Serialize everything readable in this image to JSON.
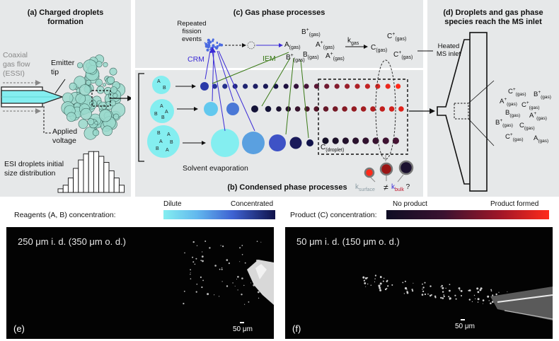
{
  "panel_a": {
    "title_line1": "(a) Charged droplets",
    "title_line2": "formation",
    "coaxial_line1": "Coaxial",
    "coaxial_line2": "gas flow",
    "coaxial_line3": "(ESSI)",
    "emitter_line1": "Emitter",
    "emitter_line2": "tip",
    "voltage_line1": "Applied",
    "voltage_line2": "voltage",
    "dist_line1": "ESI droplets initial",
    "dist_line2": "size distribution"
  },
  "panel_b": {
    "title": "(b) Condensed phase processes",
    "solvent": "Solvent evaporation",
    "c_droplet": "C",
    "c_droplet_sub": "(droplet)",
    "k_surface": "k",
    "k_surface_sub": "surface",
    "neq": "≠",
    "k_bulk": "k",
    "k_bulk_sub": "bulk",
    "question": "?",
    "species_a": "A",
    "species_b": "B"
  },
  "panel_c": {
    "title": "(c) Gas phase processes",
    "fission_line1": "Repeated",
    "fission_line2": "fission",
    "fission_line3": "events",
    "crm": "CRM",
    "iem": "IEM",
    "k_gas": "k",
    "k_gas_sub": "gas",
    "gas_sub": "(gas)"
  },
  "panel_d": {
    "title_line1": "(d) Droplets and gas phase",
    "title_line2": "species reach the MS inlet",
    "heated_line1": "Heated",
    "heated_line2": "MS inlet"
  },
  "legend": {
    "reagents_label": "Reagents (A, B) concentration:",
    "dilute": "Dilute",
    "concentrated": "Concentrated",
    "product_label": "Product (C) concentration:",
    "no_product": "No product",
    "product_formed": "Product formed"
  },
  "photo_e": {
    "label": "(e)",
    "title": "250 μm i. d. (350 μm o. d.)",
    "scale": "50 μm"
  },
  "photo_f": {
    "label": "(f)",
    "title": "50 μm i. d. (150 μm o. d.)",
    "scale": "50 μm"
  },
  "colors": {
    "panel_bg": "#e6e8e9",
    "crm_blue": "#3a2ad6",
    "iem_green": "#3a7a16",
    "k_bulk_red": "#c0122a",
    "dilute": "#84eef0",
    "concentrated": "#10124a",
    "no_product": "#0e0c24",
    "product_formed": "#ff2a1a"
  }
}
